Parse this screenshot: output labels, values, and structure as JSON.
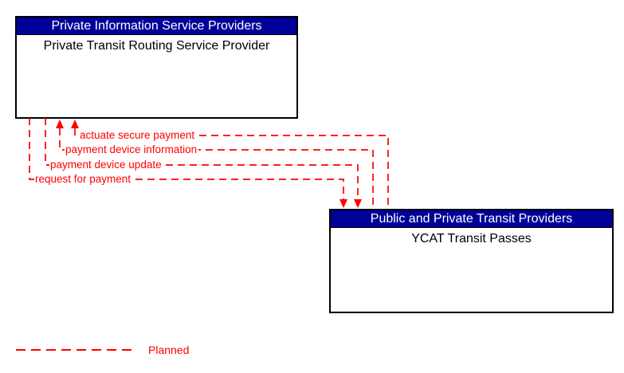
{
  "diagram": {
    "entities": [
      {
        "header": "Private Information Service Providers",
        "name": "Private Transit Routing Service Provider"
      },
      {
        "header": "Public and Private Transit Providers",
        "name": "YCAT Transit Passes"
      }
    ],
    "flows": [
      {
        "label": "actuate secure payment",
        "from": "YCAT Transit Passes",
        "to": "Private Transit Routing Service Provider",
        "status": "planned"
      },
      {
        "label": "payment device information",
        "from": "YCAT Transit Passes",
        "to": "Private Transit Routing Service Provider",
        "status": "planned"
      },
      {
        "label": "payment device update",
        "from": "Private Transit Routing Service Provider",
        "to": "YCAT Transit Passes",
        "status": "planned"
      },
      {
        "label": "request for payment",
        "from": "Private Transit Routing Service Provider",
        "to": "YCAT Transit Passes",
        "status": "planned"
      }
    ],
    "legend": {
      "label": "Planned",
      "line_style": "dashed"
    },
    "colors": {
      "header_bg": "#000099",
      "header_text": "#FFFFFF",
      "flow": "#FF0000",
      "border": "#000000",
      "body_text": "#000000",
      "background": "#FFFFFF"
    }
  }
}
